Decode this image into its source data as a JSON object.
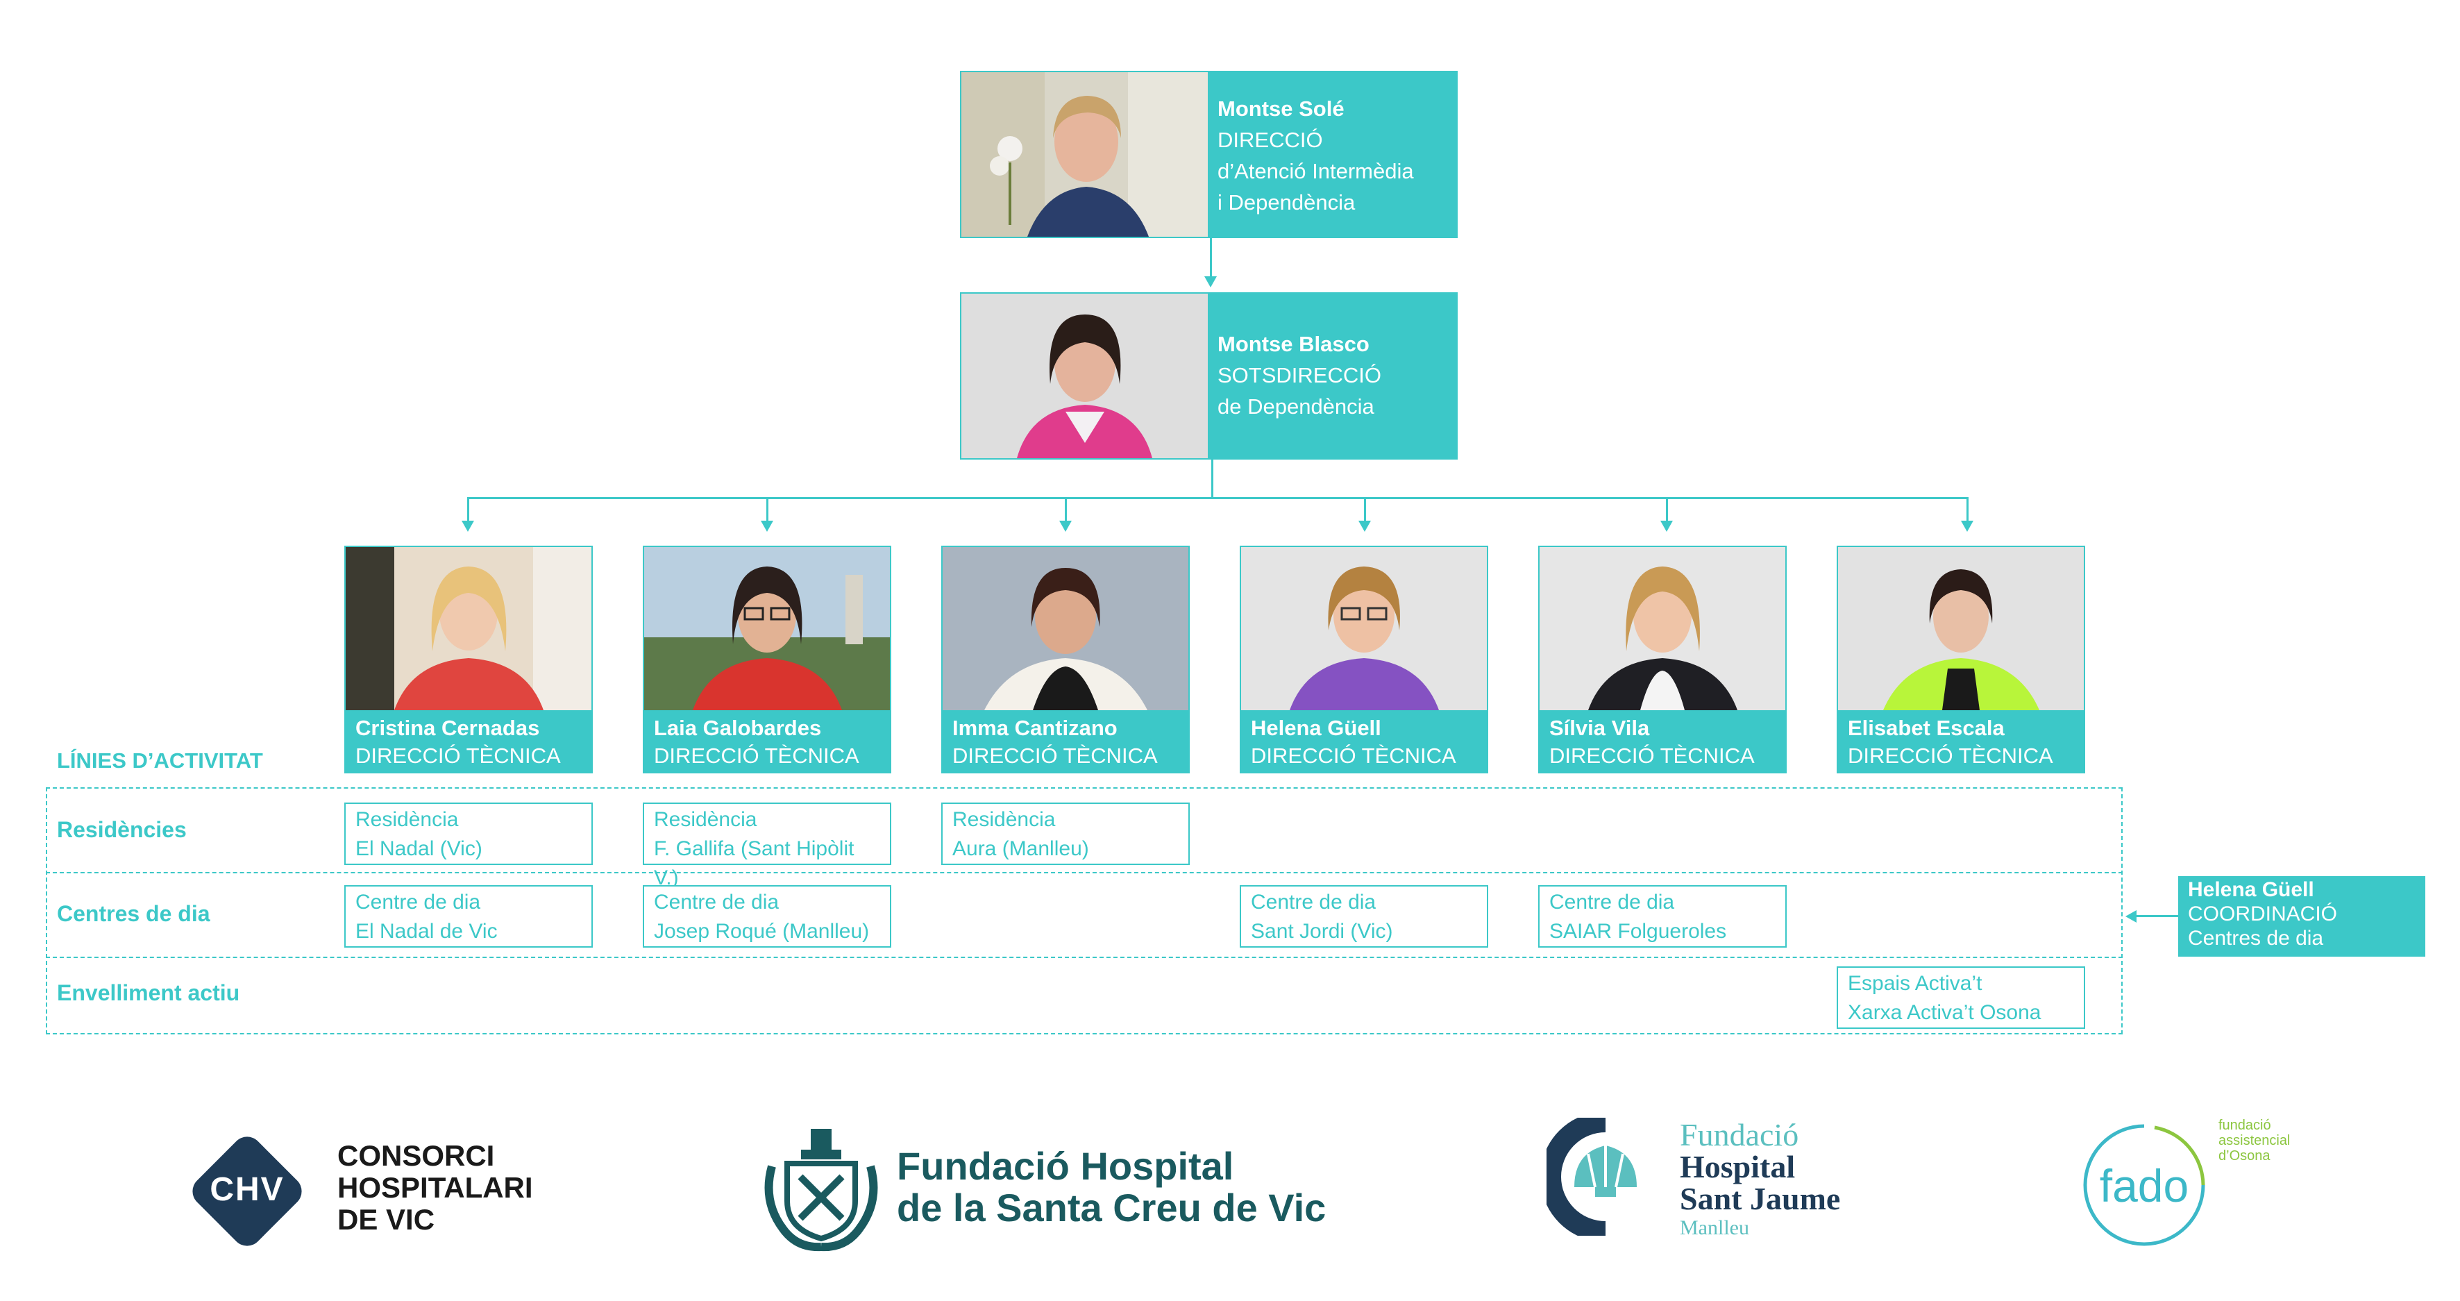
{
  "top": {
    "name": "Montse Solé",
    "l1": "DIRECCIÓ",
    "l2": "d’Atenció Intermèdia",
    "l3": "i Dependència"
  },
  "second": {
    "name": "Montse Blasco",
    "l1": "SOTSDIRECCIÓ",
    "l2": "de Dependència"
  },
  "managers": [
    {
      "name": "Cristina Cernadas",
      "role": "DIRECCIÓ TÈCNICA"
    },
    {
      "name": "Laia Galobardes",
      "role": "DIRECCIÓ TÈCNICA"
    },
    {
      "name": "Imma Cantizano",
      "role": "DIRECCIÓ TÈCNICA"
    },
    {
      "name": "Helena Güell",
      "role": "DIRECCIÓ TÈCNICA"
    },
    {
      "name": "Sílvia Vila",
      "role": "DIRECCIÓ TÈCNICA"
    },
    {
      "name": "Elisabet Escala",
      "role": "DIRECCIÓ TÈCNICA"
    }
  ],
  "lines_title": "LÍNIES D’ACTIVITAT",
  "rows": [
    {
      "label": "Residències"
    },
    {
      "label": "Centres de dia"
    },
    {
      "label": "Envelliment actiu"
    }
  ],
  "cells": {
    "res1": {
      "l1": "Residència",
      "l2": "El Nadal (Vic)"
    },
    "res2": {
      "l1": "Residència",
      "l2": "F. Gallifa (Sant Hipòlit V.)"
    },
    "res3": {
      "l1": "Residència",
      "l2": "Aura (Manlleu)"
    },
    "cd1": {
      "l1": "Centre de dia",
      "l2": "El Nadal de Vic"
    },
    "cd2": {
      "l1": "Centre de dia",
      "l2": "Josep Roqué (Manlleu)"
    },
    "cd4": {
      "l1": "Centre de dia",
      "l2": "Sant Jordi (Vic)"
    },
    "cd5": {
      "l1": "Centre de dia",
      "l2": "SAIAR Folgueroles"
    },
    "ea6": {
      "l1": "Espais Activa’t",
      "l2": "Xarxa Activa’t Osona"
    }
  },
  "coordination": {
    "name": "Helena Güell",
    "l1": "COORDINACIÓ",
    "l2": "Centres de dia"
  },
  "logos": {
    "chv_mark": "CHV",
    "chv_l1": "CONSORCI",
    "chv_l2": "HOSPITALARI",
    "chv_l3": "DE VIC",
    "fhsc_l1": "Fundació Hospital",
    "fhsc_l2": "de la Santa Creu de Vic",
    "fhsj_l1": "Fundació",
    "fhsj_l2": "Hospital",
    "fhsj_l3": "Sant Jaume",
    "fhsj_l4": "Manlleu",
    "fado_mark": "fado",
    "fado_l1": "fundació",
    "fado_l2": "assistencial",
    "fado_l3": "d’Osona"
  },
  "colors": {
    "teal": "#3cc8c8",
    "dark_teal": "#1a5a5f",
    "navy": "#1f3b57",
    "green": "#8cc63f"
  }
}
